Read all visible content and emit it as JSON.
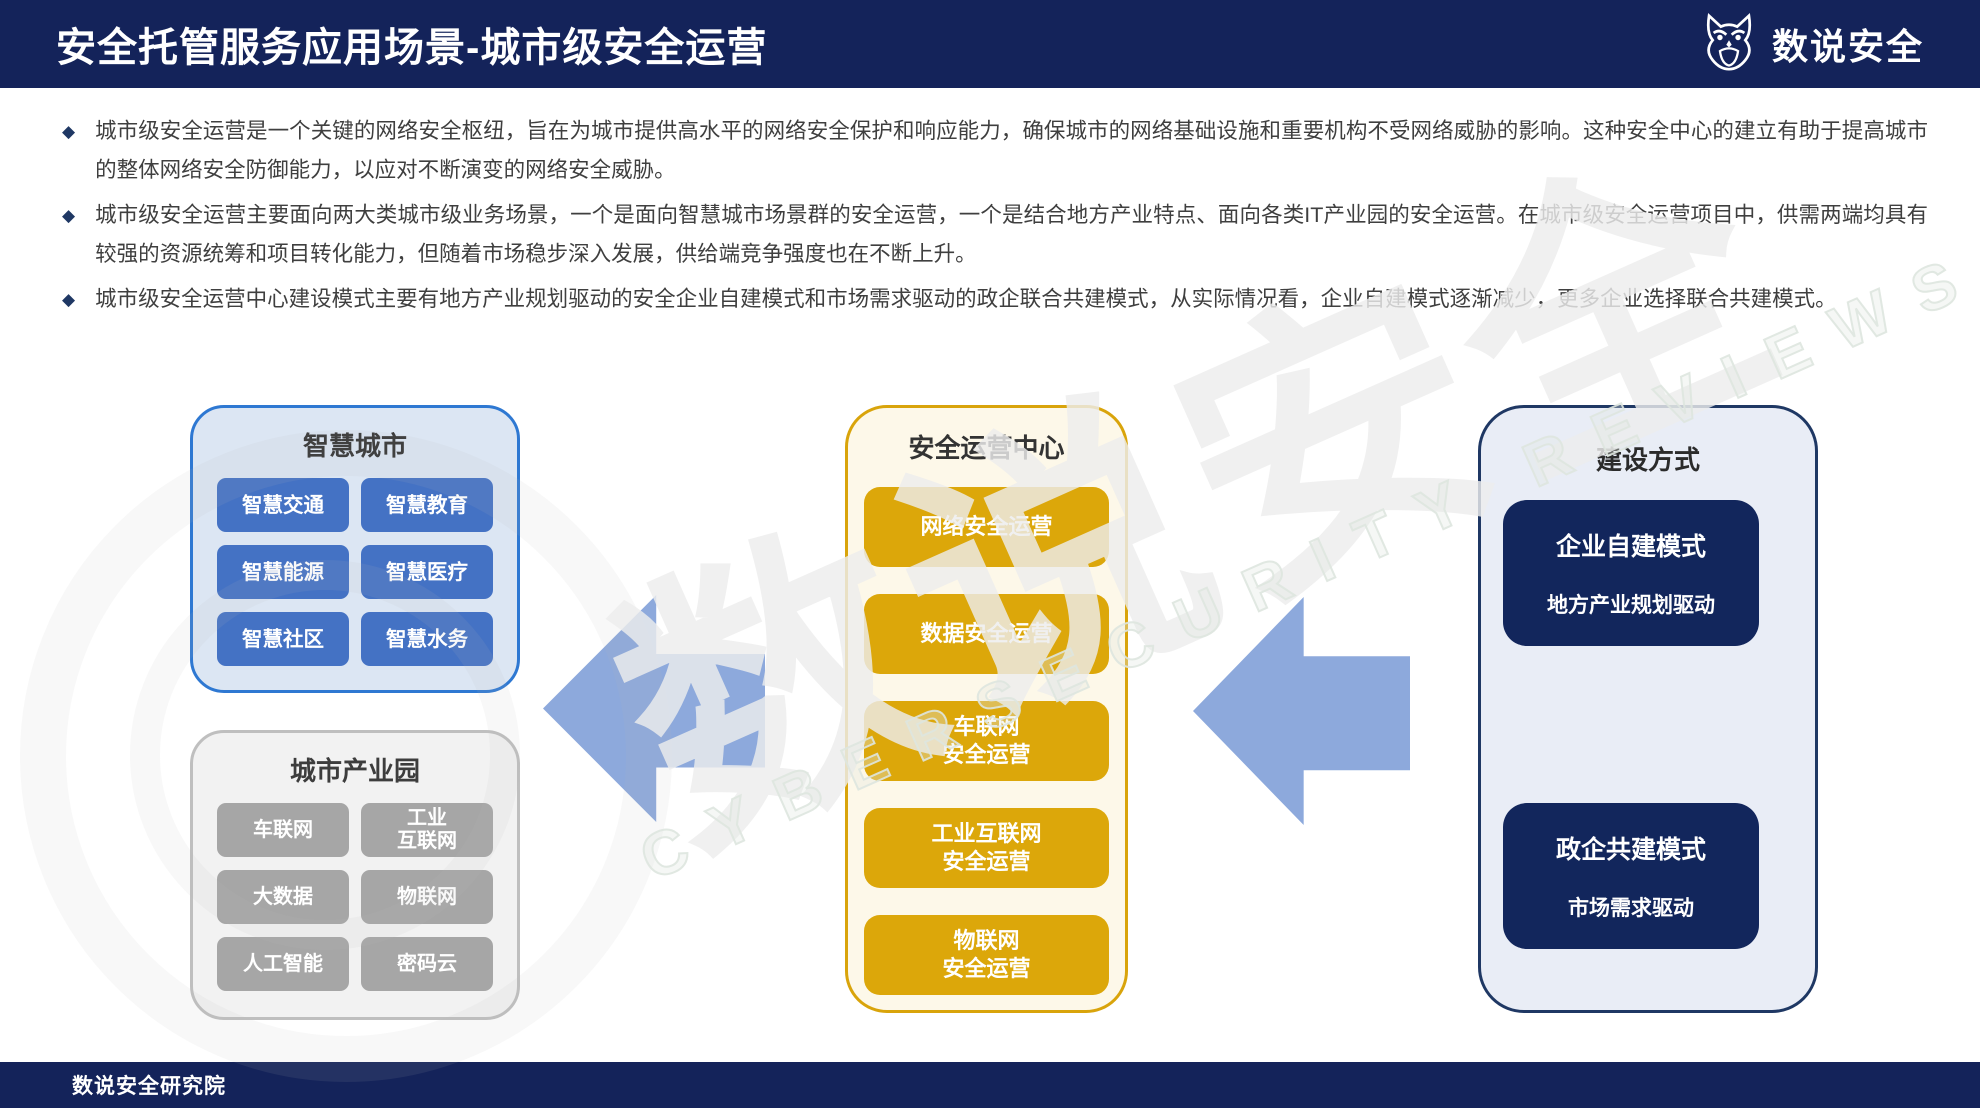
{
  "header": {
    "title": "安全托管服务应用场景-城市级安全运营",
    "brand": "数说安全"
  },
  "bullets": [
    "城市级安全运营是一个关键的网络安全枢纽，旨在为城市提供高水平的网络安全保护和响应能力，确保城市的网络基础设施和重要机构不受网络威胁的影响。这种安全中心的建立有助于提高城市的整体网络安全防御能力，以应对不断演变的网络安全威胁。",
    "城市级安全运营主要面向两大类城市级业务场景，一个是面向智慧城市场景群的安全运营，一个是结合地方产业特点、面向各类IT产业园的安全运营。在城市级安全运营项目中，供需两端均具有较强的资源统筹和项目转化能力，但随着市场稳步深入发展，供给端竞争强度也在不断上升。",
    "城市级安全运营中心建设模式主要有地方产业规划驱动的安全企业自建模式和市场需求驱动的政企联合共建模式，从实际情况看，企业自建模式逐渐减少，更多企业选择联合共建模式。"
  ],
  "diagram": {
    "smart_city": {
      "title": "智慧城市",
      "items": [
        "智慧交通",
        "智慧教育",
        "智慧能源",
        "智慧医疗",
        "智慧社区",
        "智慧水务"
      ]
    },
    "industry_park": {
      "title": "城市产业园",
      "items": [
        "车联网",
        "工业\n互联网",
        "大数据",
        "物联网",
        "人工智能",
        "密码云"
      ]
    },
    "soc": {
      "title": "安全运营中心",
      "items": [
        "网络安全运营",
        "数据安全运营",
        "车联网\n安全运营",
        "工业互联网\n安全运营",
        "物联网\n安全运营"
      ]
    },
    "construction": {
      "title": "建设方式",
      "modes": [
        {
          "name": "企业自建模式",
          "driver": "地方产业规划驱动"
        },
        {
          "name": "政企共建模式",
          "driver": "市场需求驱动"
        }
      ]
    }
  },
  "watermark": {
    "cn": "数说安全",
    "en": "CYBERSECURITY REVIEWS"
  },
  "footer": {
    "text": "数说安全研究院"
  },
  "colors": {
    "header_navy": "#14235A",
    "blue_chip": "#4472C4",
    "blue_panel_border": "#2E78D2",
    "blue_panel_bg": "#DCE6F3",
    "gray_chip": "#A6A6A6",
    "gray_panel_bg": "#F2F2F2",
    "gold_chip": "#DCA70A",
    "gold_panel_bg": "#FDF8E9",
    "navy_card": "#12265C",
    "right_panel_bg": "#E9EDF6",
    "arrow_blue": "#8DA9DC"
  }
}
